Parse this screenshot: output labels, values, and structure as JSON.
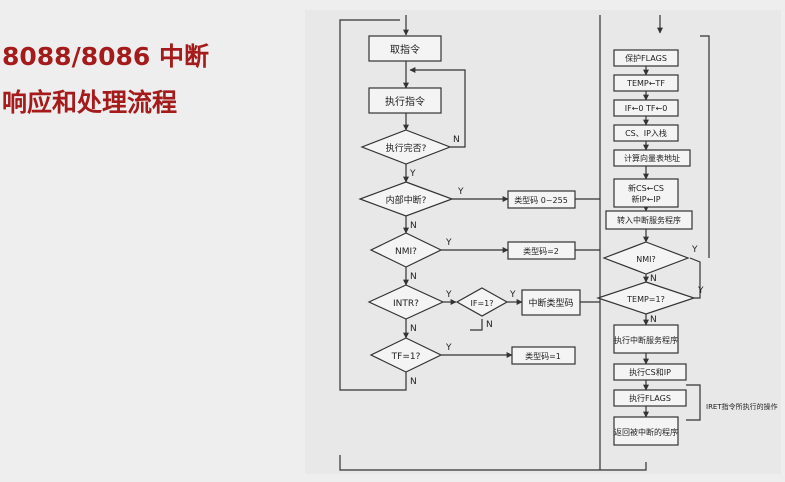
{
  "title": {
    "line1": "8088/8086 中断",
    "line2": "响应和处理流程"
  },
  "flowchart": {
    "left": {
      "fetch": "取指令",
      "execute": "执行指令",
      "single_step": "执行完否?",
      "internal": "内部中断?",
      "nmi": "NMI?",
      "intr": "INTR?",
      "if1": "IF=1?",
      "tf1": "TF=1?"
    },
    "middle": {
      "type_code": "类型码 0~255",
      "type2": "类型码=2",
      "get_vector": "中断类型码",
      "type1": "类型码=1"
    },
    "right": {
      "push_flags": "保护FLAGS",
      "temp_tf": "TEMP←TF",
      "clear_if_tf": "IF←0 TF←0",
      "push_cs_ip": "CS、IP入栈",
      "calc_vector": "计算向量表地址",
      "load_cs": "新CS←CS",
      "load_ip": "新IP←IP",
      "goto_isr": "转入中断服务程序",
      "nmi_q": "NMI?",
      "temp_q": "TEMP=1?",
      "exec_isr": "执行中断服务程序",
      "pop_cs_ip": "执行CS和IP",
      "pop_flags": "执行FLAGS",
      "return": "返回被中断的程序",
      "iret_note": "IRET指令所执行的操作"
    },
    "labels": {
      "yes": "Y",
      "no": "N"
    }
  }
}
